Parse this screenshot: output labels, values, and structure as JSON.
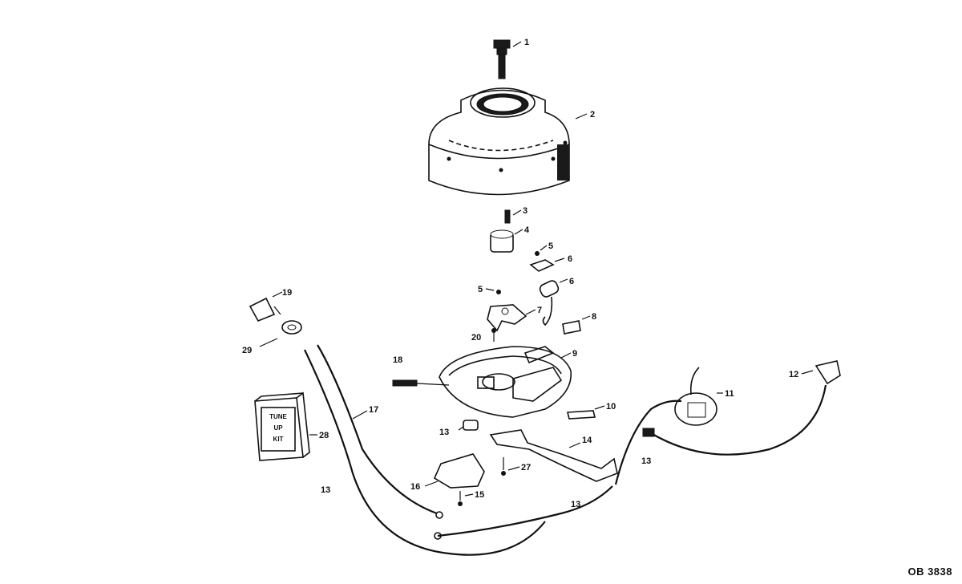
{
  "figure_id": "OB 3838",
  "kit_label": {
    "line1": "TUNE",
    "line2": "UP",
    "line3": "KIT"
  },
  "callouts": [
    {
      "id": "c1",
      "label": "1"
    },
    {
      "id": "c2",
      "label": "2"
    },
    {
      "id": "c3",
      "label": "3"
    },
    {
      "id": "c4",
      "label": "4"
    },
    {
      "id": "c5",
      "label": "5"
    },
    {
      "id": "c6a",
      "label": "6"
    },
    {
      "id": "c6b",
      "label": "6"
    },
    {
      "id": "c5b",
      "label": "5"
    },
    {
      "id": "c7",
      "label": "7"
    },
    {
      "id": "c8",
      "label": "8"
    },
    {
      "id": "c9",
      "label": "9"
    },
    {
      "id": "c10",
      "label": "10"
    },
    {
      "id": "c11",
      "label": "11"
    },
    {
      "id": "c12",
      "label": "12"
    },
    {
      "id": "c13a",
      "label": "13"
    },
    {
      "id": "c13b",
      "label": "13"
    },
    {
      "id": "c13c",
      "label": "13"
    },
    {
      "id": "c13d",
      "label": "13"
    },
    {
      "id": "c14",
      "label": "14"
    },
    {
      "id": "c15",
      "label": "15"
    },
    {
      "id": "c16",
      "label": "16"
    },
    {
      "id": "c17",
      "label": "17"
    },
    {
      "id": "c18",
      "label": "18"
    },
    {
      "id": "c19",
      "label": "19"
    },
    {
      "id": "c20",
      "label": "20"
    },
    {
      "id": "c27",
      "label": "27"
    },
    {
      "id": "c28",
      "label": "28"
    },
    {
      "id": "c29",
      "label": "29"
    }
  ]
}
